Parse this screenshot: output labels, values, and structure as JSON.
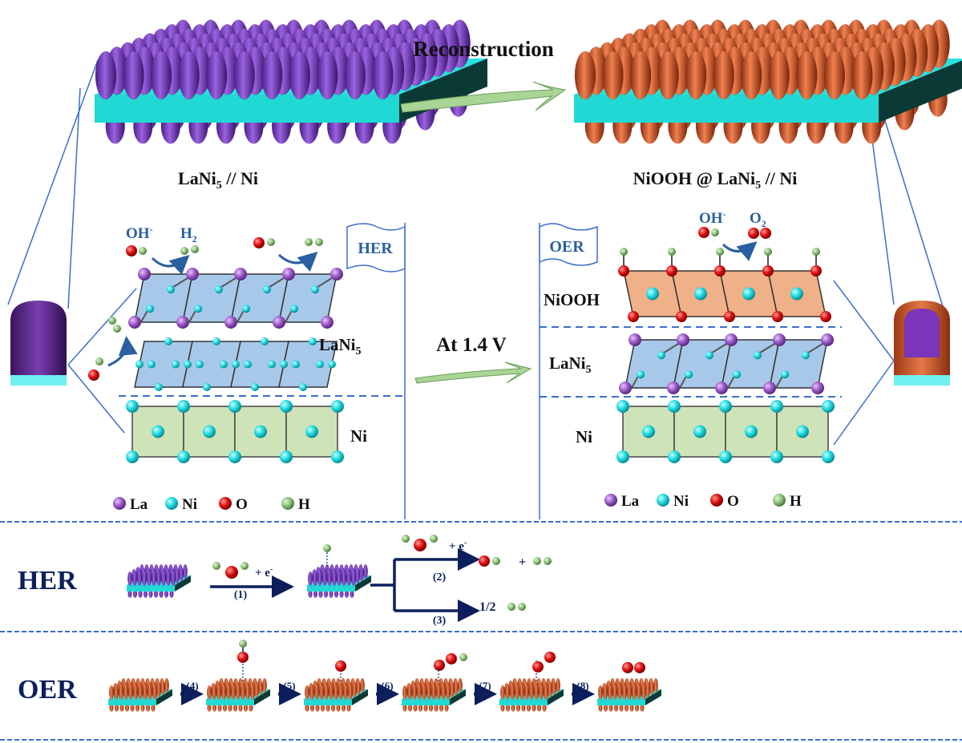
{
  "colors": {
    "la": "#9b59c6",
    "ni": "#20d9e0",
    "o": "#e01010",
    "h": "#8fc27a",
    "lani5_tip": "#7b3fc4",
    "niooh_tip": "#d85a2a",
    "substrate": "#27e3df",
    "substrate_dark": "#0b3a36",
    "guide_line": "#3b6fc8",
    "arrow_green": "#9fd08a",
    "navy": "#0c1f5c",
    "lani5_cell": "#a8c8ea",
    "ni_cell": "#cfe3b8",
    "niooh_cell": "#f0b088"
  },
  "top": {
    "left_label_main": "LaNi",
    "left_label_sub": "5",
    "left_label_tail": " // Ni",
    "right_label_pre": "NiOOH @ LaNi",
    "right_label_sub": "5",
    "right_label_tail": " // Ni",
    "arrow_label": "Reconstruction"
  },
  "middle": {
    "voltage_label": "At 1.4 V",
    "her_panel": {
      "flag": "HER",
      "oh_label": "OH",
      "oh_sup": "-",
      "h2_label": "H",
      "h2_sub": "2",
      "layer_lani5_main": "LaNi",
      "layer_lani5_sub": "5",
      "layer_ni": "Ni"
    },
    "oer_panel": {
      "flag": "OER",
      "oh_label": "OH",
      "oh_sup": "-",
      "o2_label": "O",
      "o2_sub": "2",
      "layer_niooh": "NiOOH",
      "layer_lani5_main": "LaNi",
      "layer_lani5_sub": "5",
      "layer_ni": "Ni"
    },
    "legend": [
      {
        "element": "La",
        "color_key": "la"
      },
      {
        "element": "Ni",
        "color_key": "ni"
      },
      {
        "element": "O",
        "color_key": "o"
      },
      {
        "element": "H",
        "color_key": "h"
      }
    ]
  },
  "her_mechanism": {
    "title": "HER",
    "step1": "(1)",
    "step1_reagent": "+ e",
    "step1_sup": "-",
    "step2": "(2)",
    "step2_reagent": "+ e",
    "step2_sup": "-",
    "step2_product_plus": "+",
    "step3": "(3)",
    "step3_product": "1/2"
  },
  "oer_mechanism": {
    "title": "OER",
    "steps": [
      "(4)",
      "(5)",
      "(6)",
      "(7)",
      "(8)"
    ]
  }
}
